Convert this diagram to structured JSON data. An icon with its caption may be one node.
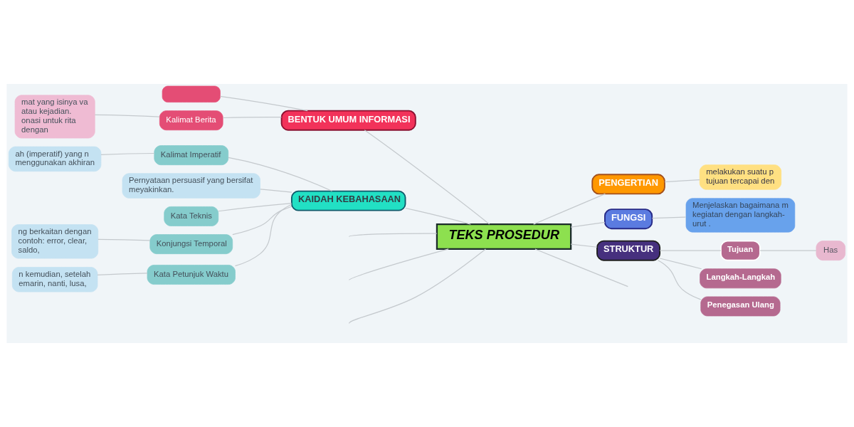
{
  "diagram": {
    "nodes": [
      {
        "text": [
          "TEKS PROSEDUR"
        ]
      },
      {
        "text": [
          "PENGERTIAN"
        ]
      },
      {
        "text": [
          "melakukan suatu p tujuan tercapai den"
        ]
      },
      {
        "text": [
          "FUNGSI"
        ]
      },
      {
        "text": [
          "Menjelaskan bagaimana m kegiatan dengan langkah- urut ."
        ]
      },
      {
        "text": [
          "STRUKTUR"
        ]
      },
      {
        "text": [
          "Tujuan"
        ]
      },
      {
        "text": [
          "Has"
        ]
      },
      {
        "text": [
          "Langkah-Langkah"
        ]
      },
      {
        "text": [
          "Penegasan Ulang"
        ]
      },
      {
        "text": [
          "KAIDAH KEBAHASAAN"
        ]
      },
      {
        "text": [
          "Kalimat Imperatif"
        ]
      },
      {
        "text": [
          "ah (imperatif) yang n menggunakan akhiran"
        ]
      },
      {
        "text": [
          "Pernyataan persuasif yang bersifat meyakinkan."
        ]
      },
      {
        "text": [
          "Kata Teknis"
        ]
      },
      {
        "text": [
          "Konjungsi Temporal"
        ]
      },
      {
        "text": [
          "ng berkaitan dengan contoh: error, clear, saldo,"
        ]
      },
      {
        "text": [
          "Kata Petunjuk Waktu"
        ]
      },
      {
        "text": [
          "n kemudian, setelah emarin, nanti, lusa,"
        ]
      },
      {
        "text": [
          "BENTUK UMUM INFORMASI"
        ]
      },
      {
        "text": [],
        "shape": "box"
      },
      {
        "text": [
          "Kalimat Berita"
        ]
      },
      {
        "text": [
          "mat yang isinya va atau kejadian. onasi untuk rita dengan"
        ]
      }
    ],
    "edges": [
      {
        "from": 0,
        "to": 1,
        "arrow": "none"
      },
      {
        "from": 1,
        "to": 2,
        "arrow": "none"
      },
      {
        "from": 0,
        "to": 3,
        "arrow": "none"
      },
      {
        "from": 3,
        "to": 4,
        "arrow": "none"
      },
      {
        "from": 0,
        "to": 5,
        "arrow": "none"
      },
      {
        "from": 5,
        "to": 6,
        "arrow": "none"
      },
      {
        "from": 6,
        "to": 7,
        "arrow": "none"
      },
      {
        "from": 5,
        "to": 8,
        "arrow": "none"
      },
      {
        "from": 5,
        "to": 9,
        "arrow": "none"
      },
      {
        "from": 0,
        "to": 10,
        "arrow": "none"
      },
      {
        "from": 10,
        "to": 11,
        "arrow": "none"
      },
      {
        "from": 11,
        "to": 12,
        "arrow": "none"
      },
      {
        "from": 10,
        "to": 13,
        "arrow": "none"
      },
      {
        "from": 10,
        "to": 14,
        "arrow": "none"
      },
      {
        "from": 10,
        "to": 15,
        "arrow": "none"
      },
      {
        "from": 15,
        "to": 16,
        "arrow": "none"
      },
      {
        "from": 10,
        "to": 17,
        "arrow": "none"
      },
      {
        "from": 17,
        "to": 18,
        "arrow": "none"
      },
      {
        "from": 0,
        "to": 19,
        "arrow": "none"
      },
      {
        "from": 19,
        "to": 20,
        "arrow": "none"
      },
      {
        "from": 19,
        "to": 21,
        "arrow": "none"
      },
      {
        "from": 21,
        "to": 22,
        "arrow": "none"
      },
      {
        "from": 0,
        "to": null,
        "arrow": "none"
      },
      {
        "from": 0,
        "to": null,
        "arrow": "none"
      },
      {
        "from": 0,
        "to": null,
        "arrow": "none"
      },
      {
        "from": 0,
        "to": null,
        "arrow": "none"
      }
    ]
  }
}
